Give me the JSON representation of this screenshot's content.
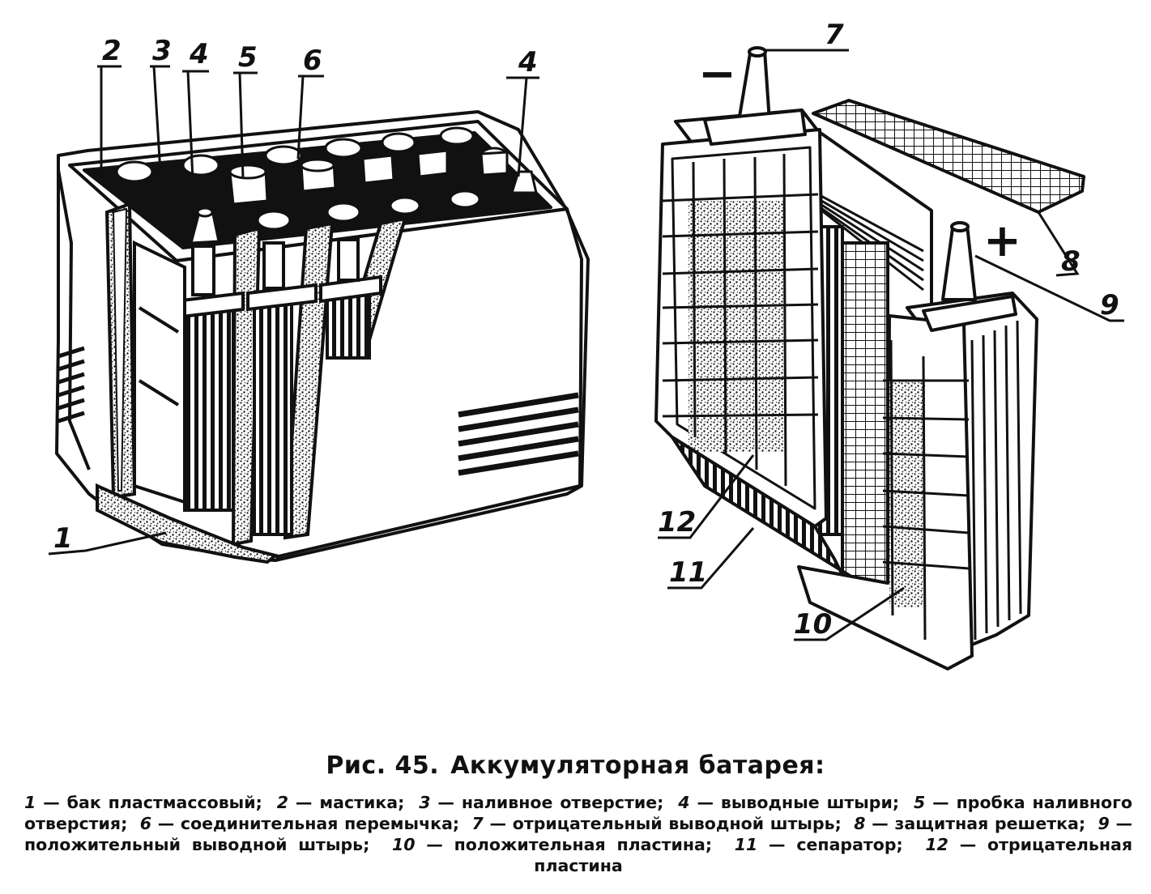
{
  "figure": {
    "labels": [
      "1",
      "2",
      "3",
      "4",
      "5",
      "6",
      "4",
      "7",
      "8",
      "9",
      "10",
      "11",
      "12"
    ],
    "signs": {
      "negative": "−",
      "positive": "+"
    }
  },
  "caption": {
    "prefix": "Рис. 45.",
    "title": "Аккумуляторная батарея:"
  },
  "legend": [
    {
      "num": "1",
      "text": "бак пластмассовый;"
    },
    {
      "num": "2",
      "text": "мастика;"
    },
    {
      "num": "3",
      "text": "наливное отверстие;"
    },
    {
      "num": "4",
      "text": "выводные штыри;"
    },
    {
      "num": "5",
      "text": "пробка наливного отверстия;"
    },
    {
      "num": "6",
      "text": "соединительная перемычка;"
    },
    {
      "num": "7",
      "text": "отрицательный выводной штырь;"
    },
    {
      "num": "8",
      "text": "защитная решетка;"
    },
    {
      "num": "9",
      "text": "положительный выводной штырь;"
    },
    {
      "num": "10",
      "text": "положительная пластина;"
    },
    {
      "num": "11",
      "text": "сепаратор;"
    },
    {
      "num": "12",
      "text": "отрицательная пластина"
    }
  ]
}
